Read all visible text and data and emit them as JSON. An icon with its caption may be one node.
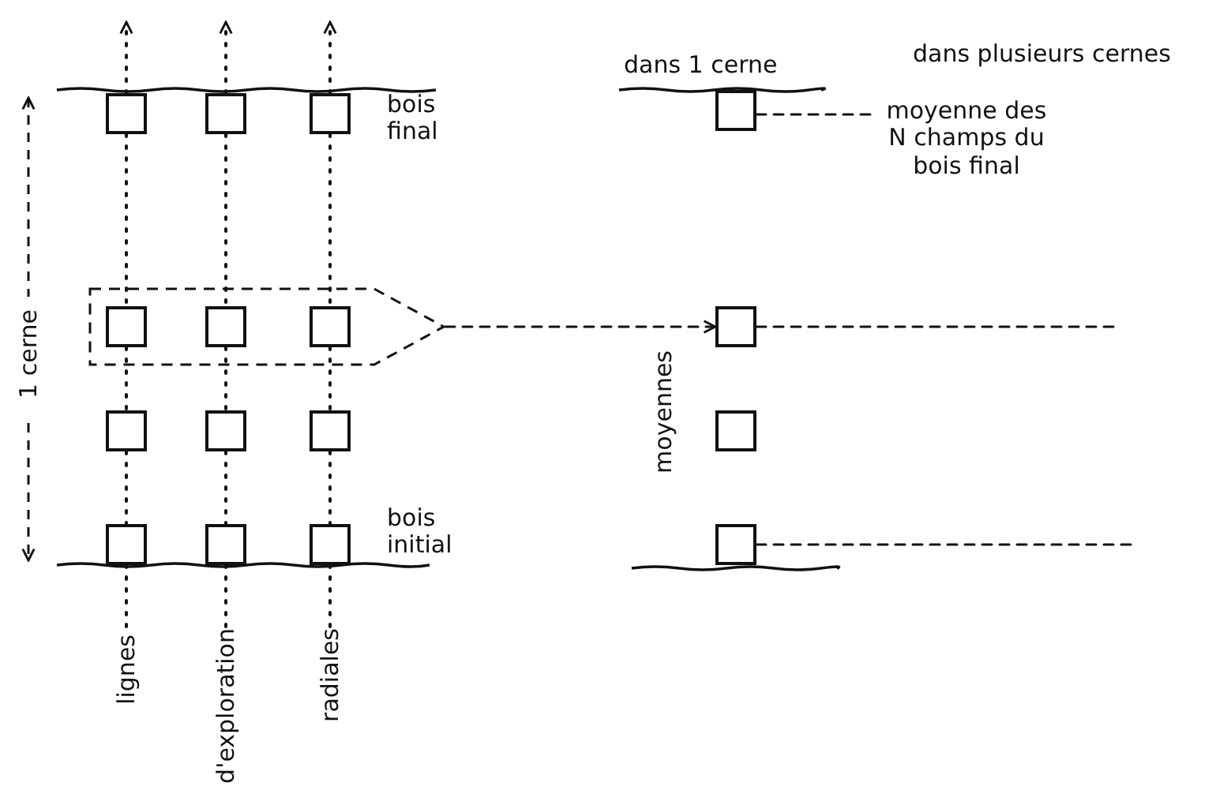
{
  "diagram": {
    "nodes": [
      {
        "text": [],
        "shape": "box"
      },
      {
        "text": [],
        "shape": "box"
      },
      {
        "text": [],
        "shape": "box"
      },
      {
        "text": [],
        "shape": "pentagon"
      },
      {
        "text": [],
        "shape": "box",
        "in": 3
      },
      {
        "text": [],
        "shape": "box",
        "in": 3
      },
      {
        "text": [],
        "shape": "box",
        "in": 3
      },
      {
        "text": [],
        "shape": "box"
      },
      {
        "text": [],
        "shape": "box"
      },
      {
        "text": [],
        "shape": "box"
      },
      {
        "text": [],
        "shape": "box"
      },
      {
        "text": [],
        "shape": "box"
      },
      {
        "text": [],
        "shape": "box"
      },
      {
        "text": [],
        "shape": "box"
      },
      {
        "text": [
          "moyenne des N champs du bois final"
        ]
      },
      {
        "text": [],
        "shape": "box"
      },
      {
        "text": [],
        "shape": "box"
      },
      {
        "text": [],
        "shape": "box"
      },
      {
        "text": [
          "lignes"
        ]
      },
      {
        "text": [
          "d'exploration"
        ]
      },
      {
        "text": [
          "radiales"
        ]
      }
    ],
    "edges": [
      {
        "from": 0,
        "to": null,
        "arrow": "to"
      },
      {
        "from": 0,
        "to": 4,
        "arrow": "none"
      },
      {
        "from": 4,
        "to": 7,
        "arrow": "none"
      },
      {
        "from": 7,
        "to": 10,
        "arrow": "none"
      },
      {
        "from": 10,
        "to": 18,
        "arrow": "none"
      },
      {
        "from": 1,
        "to": null,
        "arrow": "to"
      },
      {
        "from": 1,
        "to": 5,
        "arrow": "none"
      },
      {
        "from": 5,
        "to": 8,
        "arrow": "none"
      },
      {
        "from": 8,
        "to": 11,
        "arrow": "none"
      },
      {
        "from": 11,
        "to": 19,
        "arrow": "none"
      },
      {
        "from": 2,
        "to": null,
        "arrow": "to"
      },
      {
        "from": 2,
        "to": 6,
        "arrow": "none"
      },
      {
        "from": 6,
        "to": 9,
        "arrow": "none"
      },
      {
        "from": 9,
        "to": 12,
        "arrow": "none"
      },
      {
        "from": 12,
        "to": 20,
        "arrow": "none"
      },
      {
        "from": 3,
        "to": 15,
        "arrow": "to",
        "style": "dashed"
      },
      {
        "from": 13,
        "to": 14,
        "arrow": "none",
        "style": "dashed"
      },
      {
        "from": 15,
        "to": null,
        "arrow": "none",
        "style": "dashed"
      },
      {
        "from": 17,
        "to": null,
        "arrow": "none",
        "style": "dashed"
      }
    ],
    "labels": [
      "dans 1 cerne",
      "dans plusieurs cernes",
      "bois final",
      "1 cerne",
      "moyennes",
      "bois initial"
    ]
  }
}
